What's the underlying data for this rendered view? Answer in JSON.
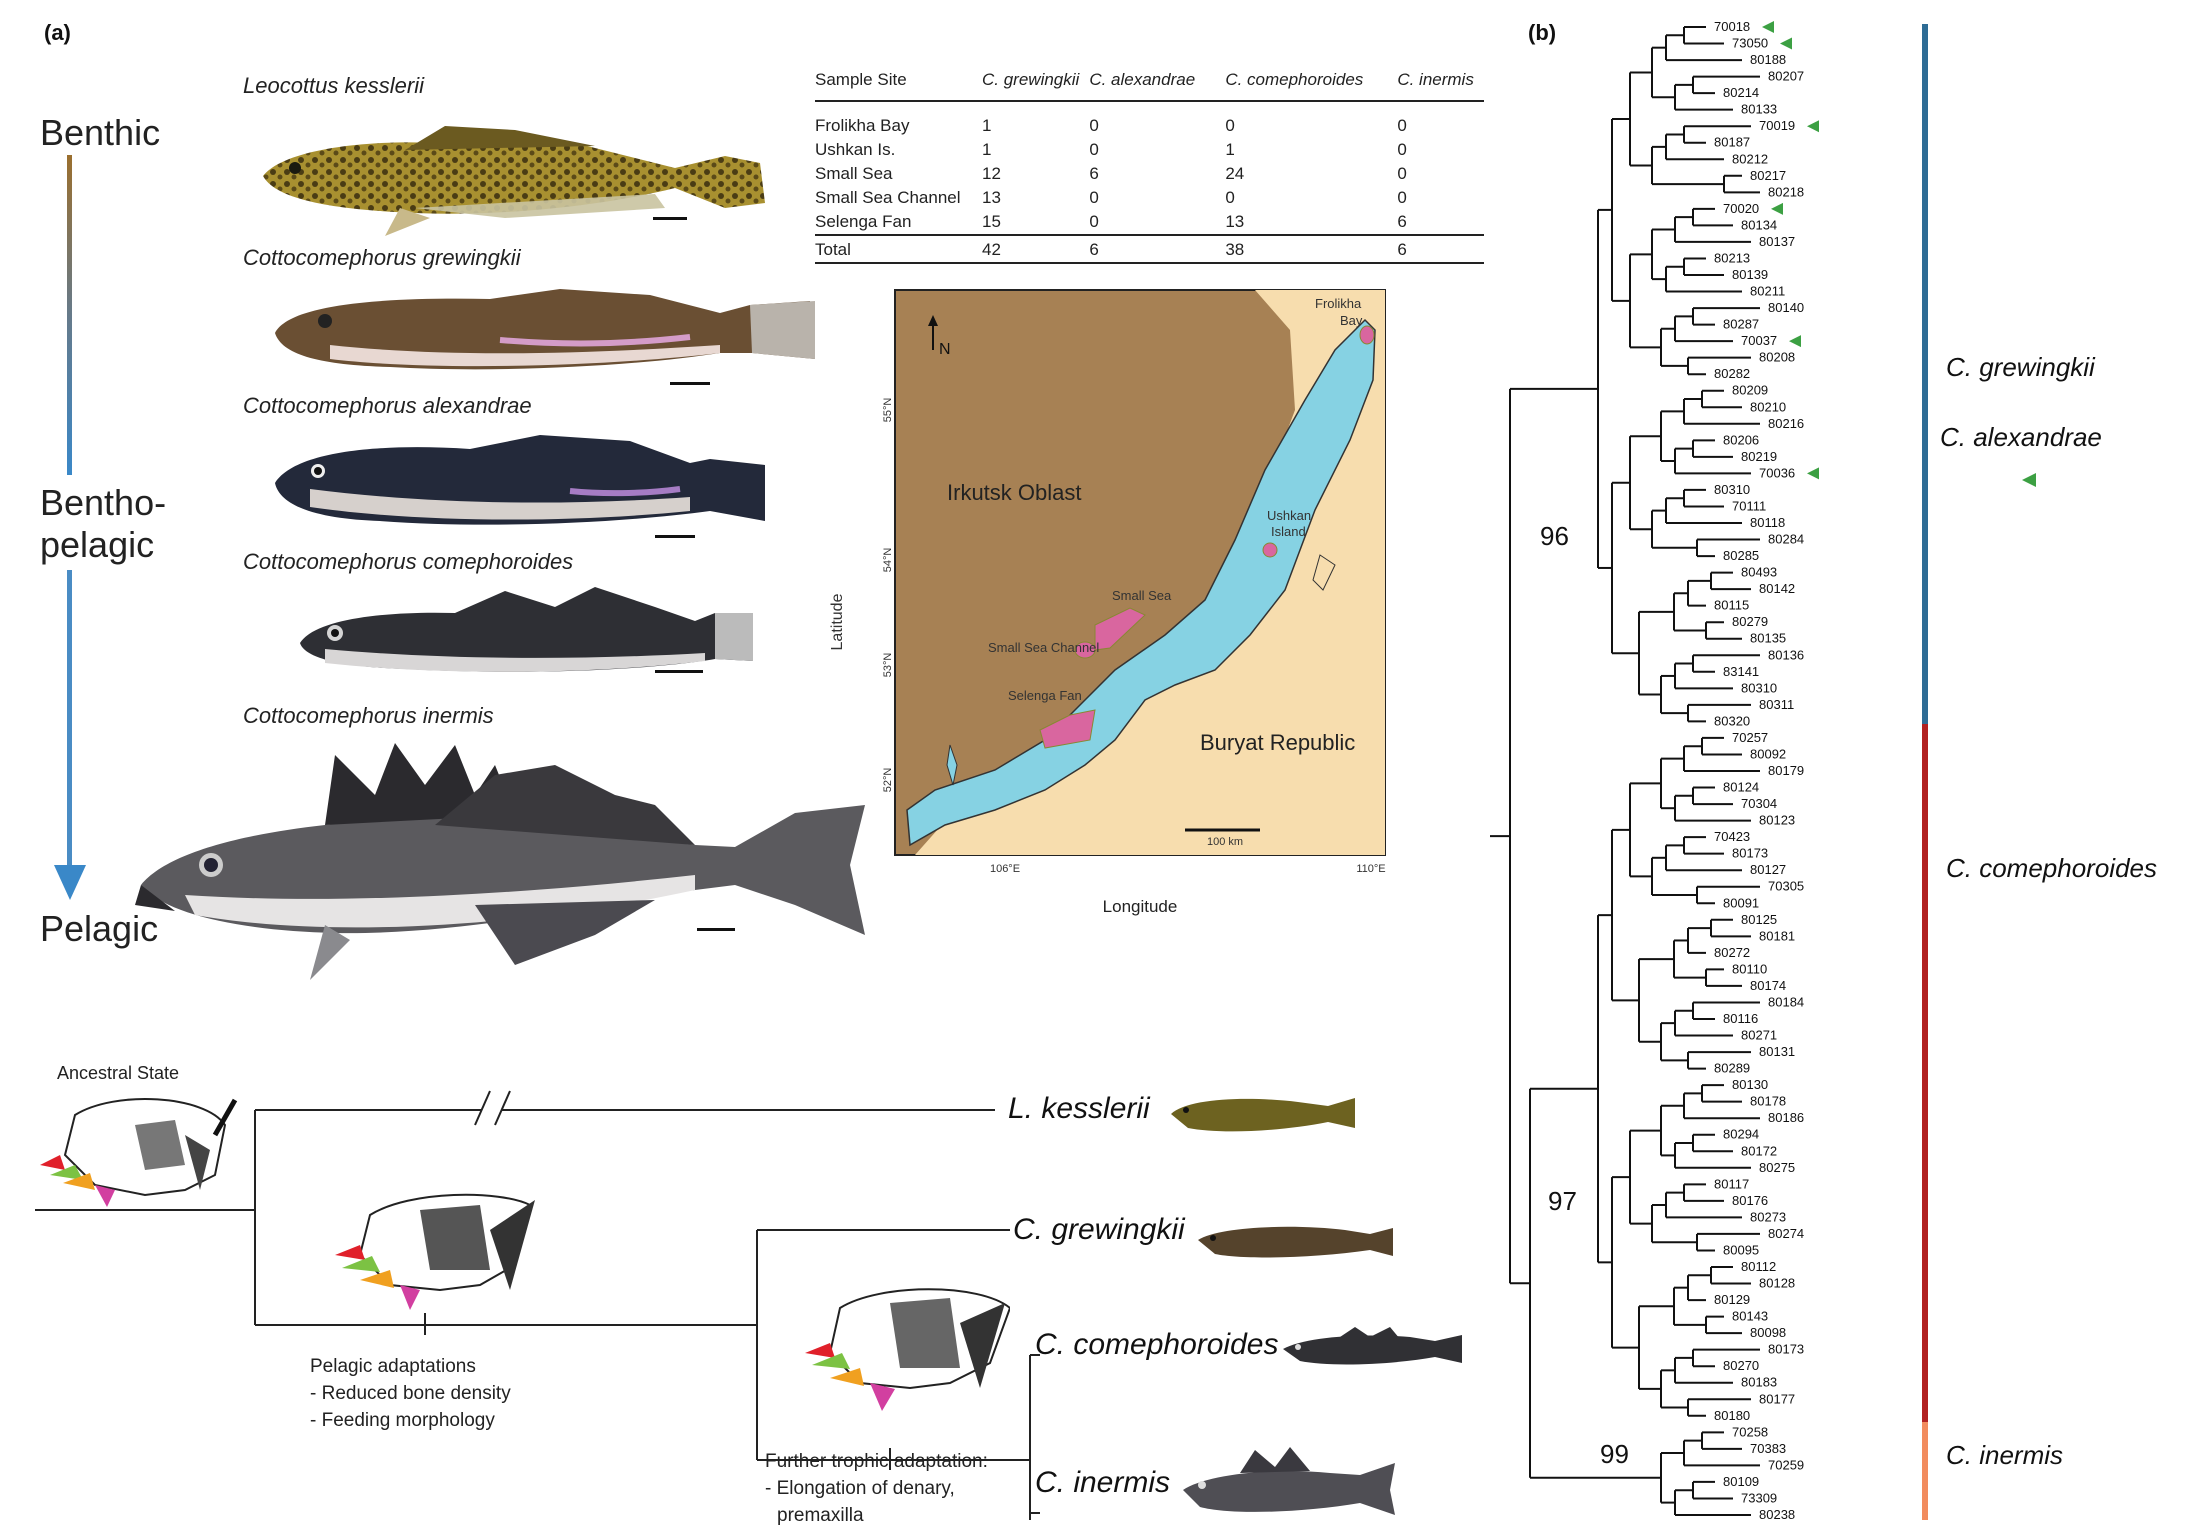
{
  "panels": {
    "a": "(a)",
    "b": "(b)"
  },
  "axis_labels": {
    "benthic": "Benthic",
    "bentho1": "Bentho-",
    "bentho2": "pelagic",
    "pelagic": "Pelagic"
  },
  "species_names": [
    "Leocottus kesslerii",
    "Cottocomephorus grewingkii",
    "Cottocomephorus alexandrae",
    "Cottocomephorus comephoroides",
    "Cottocomephorus inermis"
  ],
  "table": {
    "headers": [
      "Sample Site",
      "C. grewingkii",
      "C. alexandrae",
      "C. comephoroides",
      "C. inermis"
    ],
    "rows": [
      [
        "Frolikha Bay",
        "1",
        "0",
        "0",
        "0"
      ],
      [
        "Ushkan Is.",
        "1",
        "0",
        "1",
        "0"
      ],
      [
        "Small Sea",
        "12",
        "6",
        "24",
        "0"
      ],
      [
        "Small Sea Channel",
        "13",
        "0",
        "0",
        "0"
      ],
      [
        "Selenga Fan",
        "15",
        "0",
        "13",
        "6"
      ]
    ],
    "total": [
      "Total",
      "42",
      "6",
      "38",
      "6"
    ]
  },
  "map": {
    "north": "N",
    "regions": {
      "irkutsk": "Irkutsk Oblast",
      "buryat": "Buryat Republic"
    },
    "sites": {
      "frolikha1": "Frolikha",
      "frolikha2": "Bay",
      "ushkan1": "Ushkan",
      "ushkan2": "Island",
      "small_sea": "Small Sea",
      "small_sea_channel": "Small Sea Channel",
      "selenga": "Selenga Fan"
    },
    "xlabel": "Longitude",
    "ylabel": "Latitude",
    "x_ticks": [
      "106°E",
      "110°E"
    ],
    "y_ticks": [
      "55°N",
      "54°N",
      "53°N",
      "52°N"
    ],
    "scale_label": "100 km",
    "colors": {
      "land": "#a78154",
      "buryat_land": "#f7ddae",
      "lake": "#86d2e3",
      "site": "#d9669f"
    }
  },
  "cladogram": {
    "ancestral": "Ancestral State",
    "taxa": [
      "L. kesslerii",
      "C. grewingkii",
      "C. comephoroides",
      "C. inermis"
    ],
    "pelagic_title": "Pelagic adaptations",
    "pelagic_items": [
      "- Reduced bone density",
      "- Feeding morphology"
    ],
    "trophic_title": "Further trophic adaptation:",
    "trophic_items": [
      "- Elongation of denary,",
      "premaxilla"
    ]
  },
  "tree": {
    "tips": [
      "70018",
      "73050",
      "80188",
      "80207",
      "80214",
      "80133",
      "70019",
      "80187",
      "80212",
      "80217",
      "80218",
      "70020",
      "80134",
      "80137",
      "80213",
      "80139",
      "80211",
      "80140",
      "80287",
      "70037",
      "80208",
      "80282",
      "80209",
      "80210",
      "80216",
      "80206",
      "80219",
      "70036",
      "80310",
      "70111",
      "80118",
      "80284",
      "80285",
      "80493",
      "80142",
      "80115",
      "80279",
      "80135",
      "80136",
      "83141",
      "80310",
      "80311",
      "80320",
      "70257",
      "80092",
      "80179",
      "80124",
      "70304",
      "80123",
      "70423",
      "80173",
      "80127",
      "70305",
      "80091",
      "80125",
      "80181",
      "80272",
      "80110",
      "80174",
      "80184",
      "80116",
      "80271",
      "80131",
      "80289",
      "80130",
      "80178",
      "80186",
      "80294",
      "80172",
      "80275",
      "80117",
      "80176",
      "80273",
      "80274",
      "80095",
      "80112",
      "80128",
      "80129",
      "80143",
      "80098",
      "80173",
      "80270",
      "80183",
      "80177",
      "80180",
      "70258",
      "70383",
      "70259",
      "80109",
      "73309",
      "80238"
    ],
    "bootstrap": {
      "grewingkii": "96",
      "comephoroides": "97",
      "inermis": "99"
    },
    "clades": {
      "grewingkii": "C. grewingkii",
      "alexandrae": "C. alexandrae",
      "comephoroides": "C. comephoroides",
      "inermis": "C. inermis"
    },
    "clade_colors": {
      "grewingkii": "#2e6c95",
      "comephoroides": "#b22222",
      "inermis": "#f28c5e"
    },
    "marker_color": "#3ca043"
  }
}
